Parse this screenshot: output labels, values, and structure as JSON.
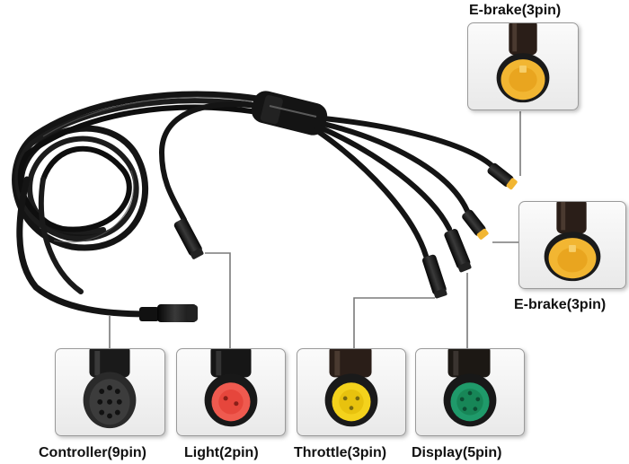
{
  "labels": {
    "ebrake_top": "E-brake(3pin)",
    "ebrake_right": "E-brake(3pin)",
    "controller": "Controller(9pin)",
    "light": "Light(2pin)",
    "throttle": "Throttle(3pin)",
    "display": "Display(5pin)"
  },
  "colors": {
    "cable": "#141414",
    "ebrake_insert": "#f2b632",
    "light_insert": "#ef5a4f",
    "throttle_insert": "#f4d21c",
    "display_insert": "#1f9a6a",
    "controller_insert": "#2a2a2a",
    "leader_line": "#7a7a7a"
  },
  "icons": {
    "ebrake_top": "yellow-3pin-connector-icon",
    "ebrake_right": "yellow-3pin-connector-icon",
    "controller": "black-9pin-connector-icon",
    "light": "red-2pin-connector-icon",
    "throttle": "yellow-3pin-connector-icon",
    "display": "green-5pin-connector-icon"
  }
}
